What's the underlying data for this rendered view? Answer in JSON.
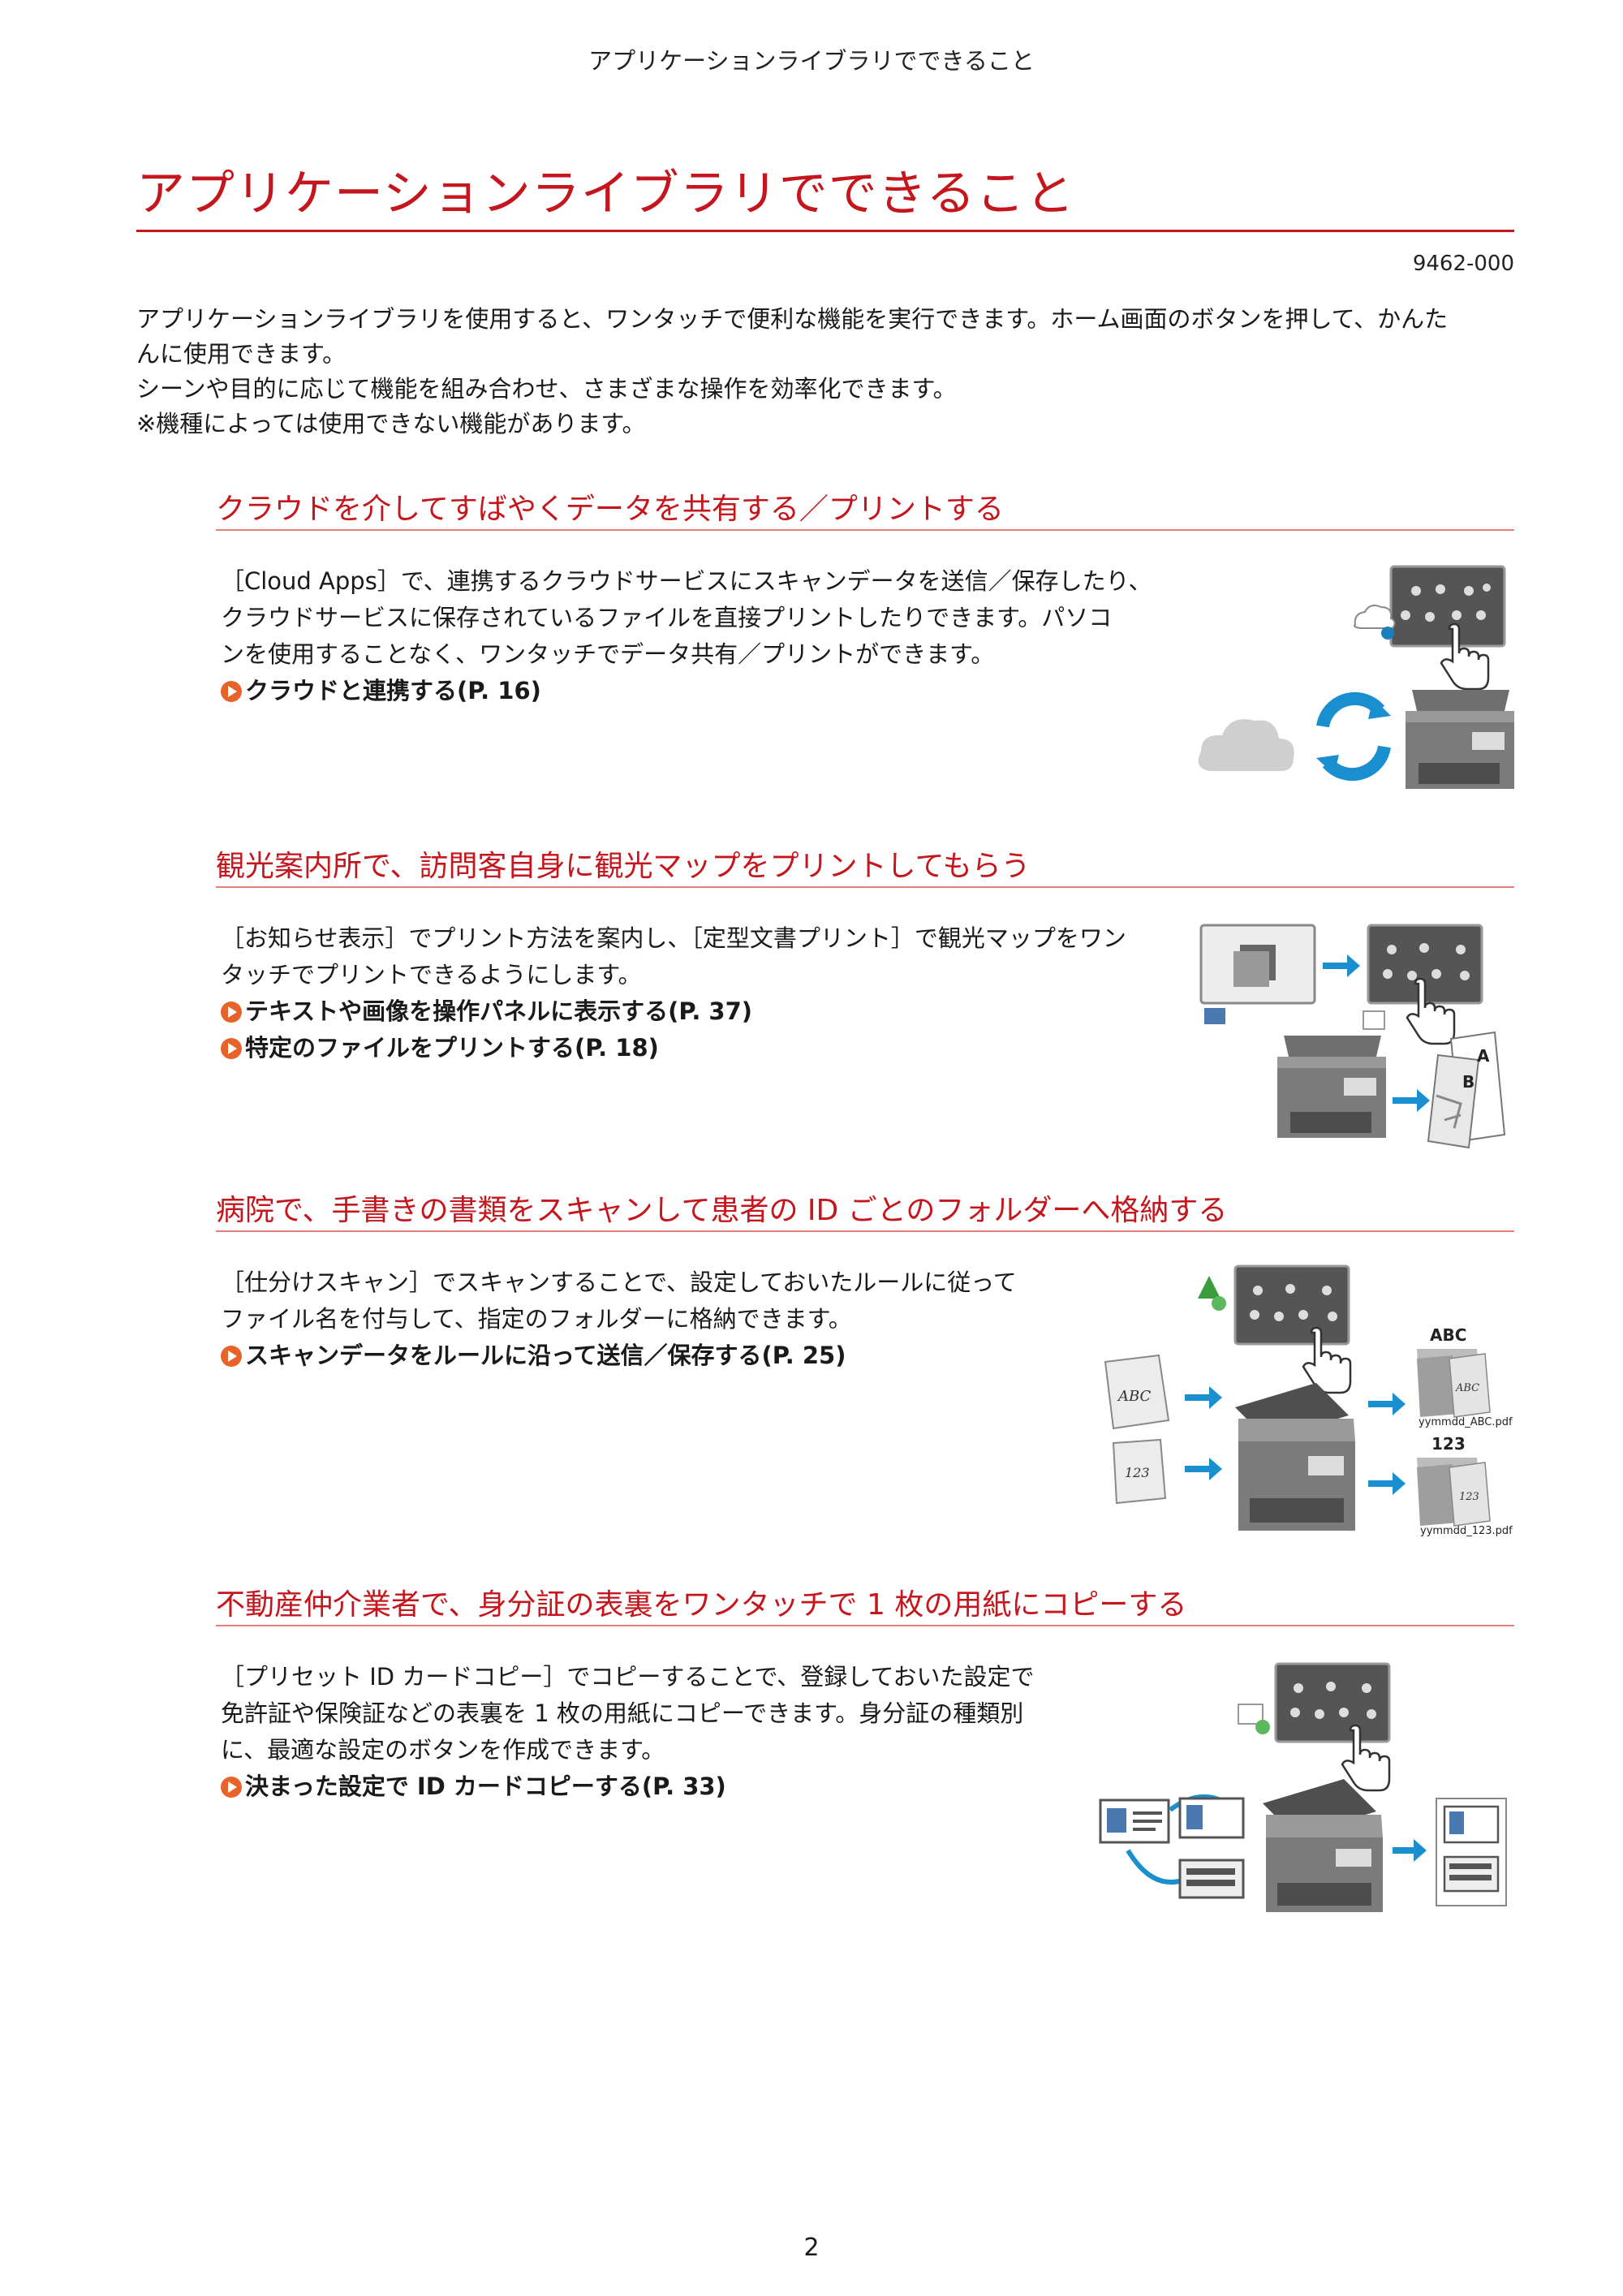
{
  "header": {
    "running_title": "アプリケーションライブラリでできること"
  },
  "title": "アプリケーションライブラリでできること",
  "doc_id": "9462-000",
  "intro": [
    "アプリケーションライブラリを使用すると、ワンタッチで便利な機能を実行できます。ホーム画面のボタンを押して、かんた",
    "んに使用できます。",
    "シーンや目的に応じて機能を組み合わせ、さまざまな操作を効率化できます。",
    "※機種によっては使用できない機能があります。"
  ],
  "sections": [
    {
      "title": "クラウドを介してすばやくデータを共有する／プリントする",
      "lines": [
        "［Cloud Apps］で、連携するクラウドサービスにスキャンデータを送信／保存したり、",
        "クラウドサービスに保存されているファイルを直接プリントしたりできます。パソコ",
        "ンを使用することなく、ワンタッチでデータ共有／プリントができます。"
      ],
      "links": [
        "クラウドと連携する(P. 16)"
      ]
    },
    {
      "title": "観光案内所で、訪問客自身に観光マップをプリントしてもらう",
      "lines": [
        "［お知らせ表示］でプリント方法を案内し、［定型文書プリント］で観光マップをワン",
        "タッチでプリントできるようにします。"
      ],
      "links": [
        "テキストや画像を操作パネルに表示する(P. 37)",
        "特定のファイルをプリントする(P. 18)"
      ],
      "illus_text": {
        "a": "A",
        "b": "B"
      }
    },
    {
      "title": "病院で、手書きの書類をスキャンして患者の ID ごとのフォルダーへ格納する",
      "lines": [
        "［仕分けスキャン］でスキャンすることで、設定しておいたルールに従って",
        "ファイル名を付与して、指定のフォルダーに格納できます。"
      ],
      "links": [
        "スキャンデータをルールに沿って送信／保存する(P. 25)"
      ],
      "illus_text": {
        "folder1": "ABC",
        "folder2": "123",
        "doc1": "ABC",
        "doc2": "123",
        "file1": "yymmdd_ABC.pdf",
        "file2": "yymmdd_123.pdf"
      }
    },
    {
      "title": "不動産仲介業者で、身分証の表裏をワンタッチで 1 枚の用紙にコピーする",
      "lines": [
        "［プリセット ID カードコピー］でコピーすることで、登録しておいた設定で",
        "免許証や保険証などの表裏を 1 枚の用紙にコピーできます。身分証の種類別",
        "に、最適な設定のボタンを作成できます。"
      ],
      "links": [
        "決まった設定で ID カードコピーする(P. 33)"
      ]
    }
  ],
  "page_number": "2"
}
